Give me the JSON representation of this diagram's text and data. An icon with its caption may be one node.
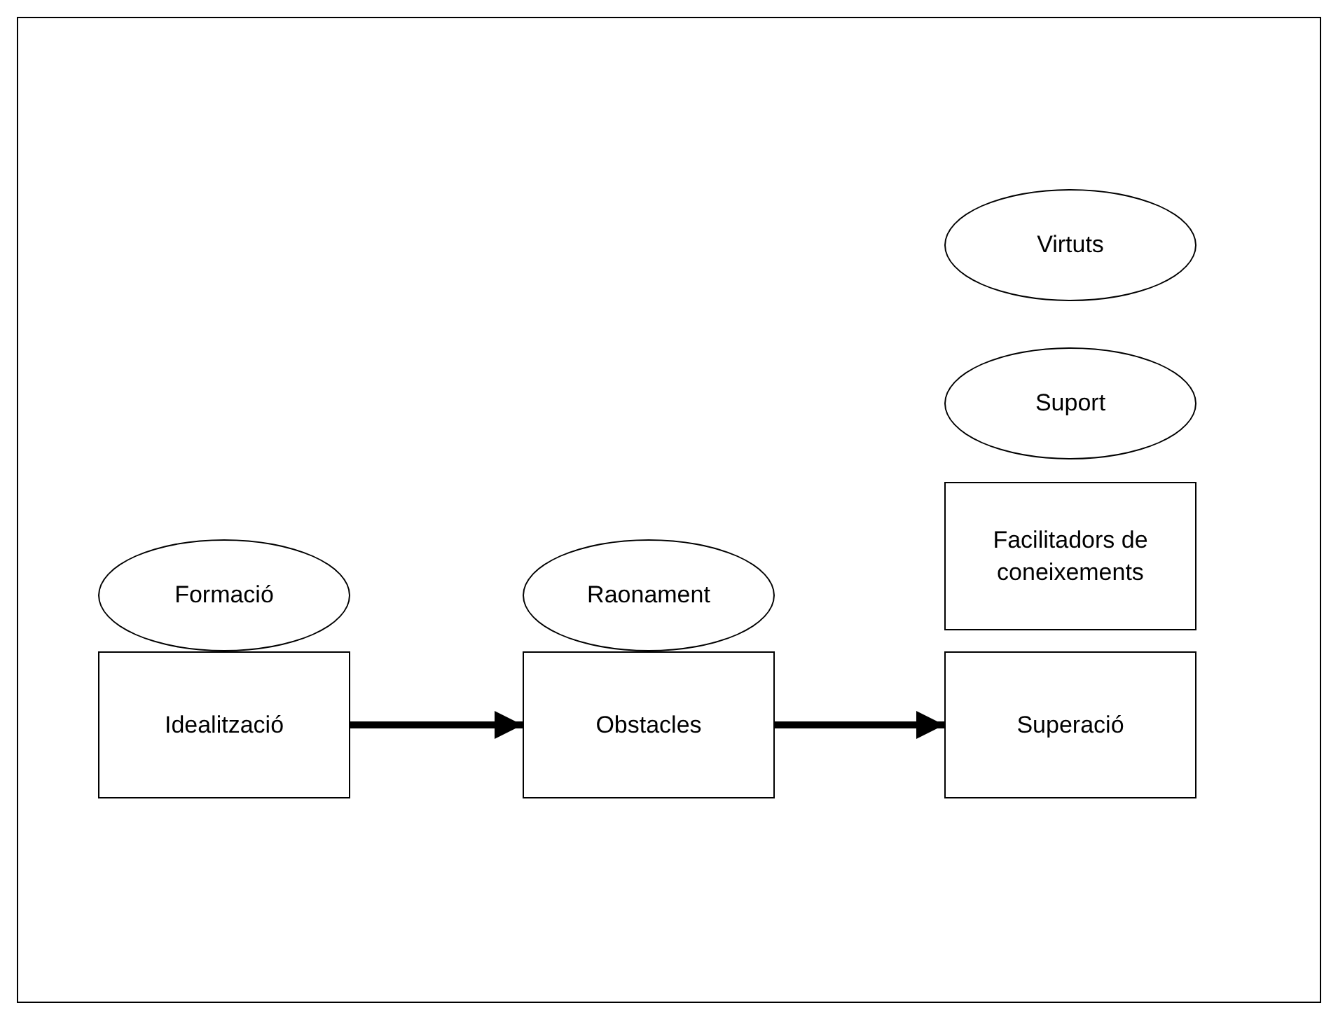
{
  "diagram": {
    "nodes": [
      {
        "text": [
          "Virtuts"
        ]
      },
      {
        "text": [
          "Suport"
        ]
      },
      {
        "text": [
          "Formació"
        ]
      },
      {
        "text": [
          "Raonament"
        ]
      },
      {
        "text": [
          "Facilitadors de coneixements"
        ]
      },
      {
        "text": [
          "Idealització"
        ]
      },
      {
        "text": [
          "Obstacles"
        ]
      },
      {
        "text": [
          "Superació"
        ]
      }
    ],
    "edges": [
      {
        "from": 5,
        "to": 6,
        "arrow": "to"
      },
      {
        "from": 6,
        "to": 7,
        "arrow": "to"
      }
    ]
  }
}
